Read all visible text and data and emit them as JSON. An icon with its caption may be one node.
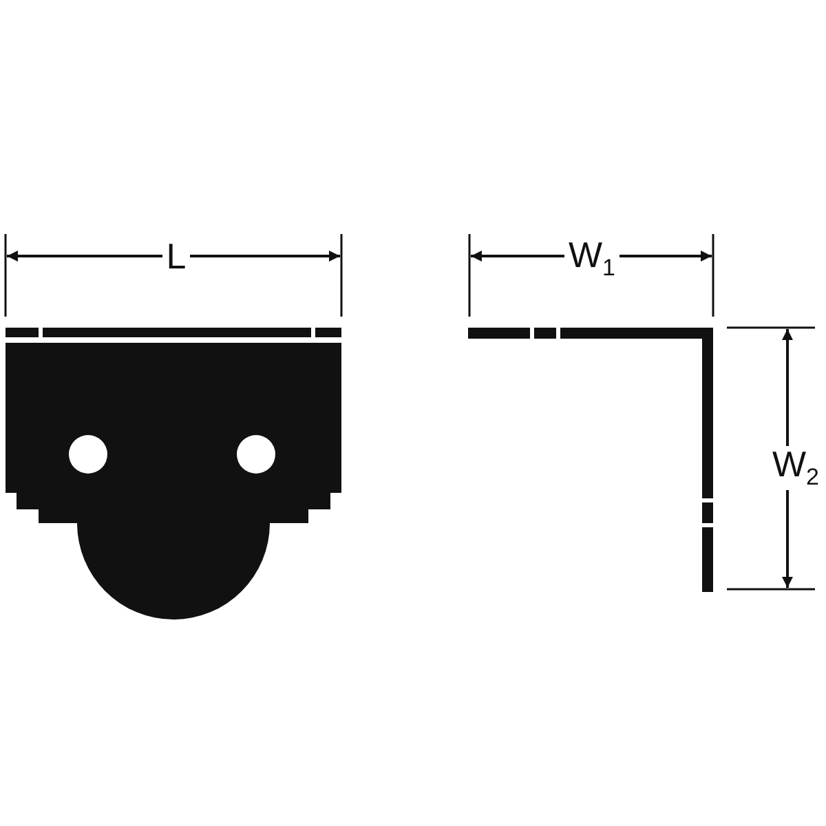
{
  "diagram": {
    "labels": [
      "L",
      "W$_{1}$",
      "W$_{2}$"
    ]
  }
}
